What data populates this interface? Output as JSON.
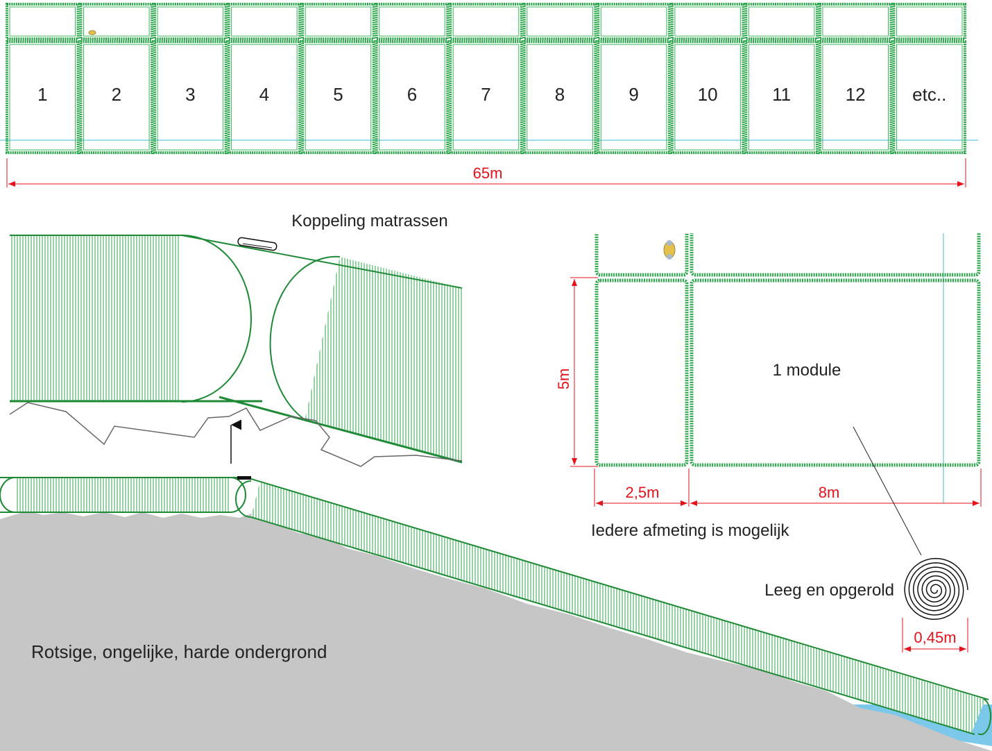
{
  "colors": {
    "mattress_green": "#1f9a3a",
    "dimension_red": "#e3121b",
    "ground_gray": "#c6c6c6",
    "water_blue": "#7cc8ea",
    "text": "#222222"
  },
  "top_view": {
    "modules": [
      "1",
      "2",
      "3",
      "4",
      "5",
      "6",
      "7",
      "8",
      "9",
      "10",
      "11",
      "12",
      "etc.."
    ],
    "total_length": "65m"
  },
  "coupling": {
    "label": "Koppeling matrassen"
  },
  "module_detail": {
    "module_label": "1 module",
    "height_dim": "5m",
    "width_small_dim": "2,5m",
    "width_large_dim": "8m",
    "note": "Iedere afmeting is mogelijk"
  },
  "rolled": {
    "label": "Leeg en opgerold",
    "diameter_dim": "0,45m"
  },
  "ground": {
    "label": "Rotsige, ongelijke, harde ondergrond"
  }
}
